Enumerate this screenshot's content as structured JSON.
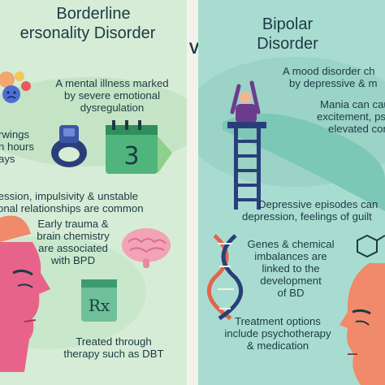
{
  "vs_label": "VS.",
  "left": {
    "title_line1": "Borderline",
    "title_line2": "ersonality Disorder",
    "text1": [
      "A mental illness marked",
      "by severe emotional",
      "dysregulation"
    ],
    "text2": [
      "rwings",
      "n hours",
      "ays"
    ],
    "text3": [
      "pression, impulsivity & unstable",
      "rsonal relationships are common"
    ],
    "text4": [
      "Early trauma &",
      "brain chemistry",
      "are associated",
      "with BPD"
    ],
    "calendar_digit": "3",
    "rx_label": "Rx",
    "text5": [
      "Treated through",
      "therapy such as DBT"
    ]
  },
  "right": {
    "title_line1": "Bipolar",
    "title_line2": "Disorder",
    "text1": [
      "A mood disorder ch",
      "by depressive & m"
    ],
    "text2": [
      "Mania can cau",
      "excitement, psych",
      "elevated confid"
    ],
    "text3": [
      "Depressive episodes can",
      "depression, feelings of guilt"
    ],
    "text4": [
      "Genes & chemical",
      "imbalances are",
      "linked to the",
      "development",
      "of BD"
    ],
    "text5": [
      "Treatment options",
      "include psychotherapy",
      "& medication"
    ]
  },
  "colors": {
    "left_bg": "#d7ecd6",
    "right_bg": "#a9dcd1",
    "divider": "#f2f2ea",
    "text": "#1b3a43",
    "pink_face": "#e8638a",
    "navy": "#2a3f7a"
  }
}
